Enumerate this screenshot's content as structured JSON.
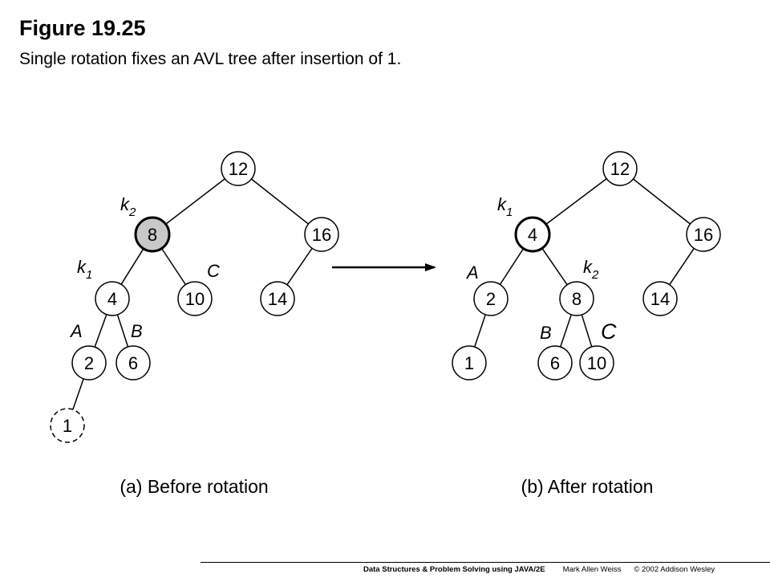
{
  "figure": {
    "title": "Figure 19.25",
    "caption": "Single rotation fixes an AVL tree after insertion of 1."
  },
  "before": {
    "label": "(a) Before rotation",
    "nodes": [
      {
        "id": "b12",
        "key": "12",
        "style": "normal"
      },
      {
        "id": "b8",
        "key": "8",
        "style": "highlighted"
      },
      {
        "id": "b16",
        "key": "16",
        "style": "normal"
      },
      {
        "id": "b4",
        "key": "4",
        "style": "normal"
      },
      {
        "id": "b10",
        "key": "10",
        "style": "normal"
      },
      {
        "id": "b14",
        "key": "14",
        "style": "normal"
      },
      {
        "id": "b2",
        "key": "2",
        "style": "normal"
      },
      {
        "id": "b6",
        "key": "6",
        "style": "normal"
      },
      {
        "id": "b1",
        "key": "1",
        "style": "dashed"
      }
    ],
    "edges": [
      [
        "b12",
        "b8"
      ],
      [
        "b12",
        "b16"
      ],
      [
        "b8",
        "b4"
      ],
      [
        "b8",
        "b10"
      ],
      [
        "b16",
        "b14"
      ],
      [
        "b4",
        "b2"
      ],
      [
        "b4",
        "b6"
      ],
      [
        "b2",
        "b1"
      ]
    ],
    "annotations": {
      "k2": "k2-node8",
      "k1": "k1-node4",
      "A": "A",
      "B": "B",
      "C": "C"
    }
  },
  "after": {
    "label": "(b) After rotation",
    "nodes": [
      {
        "id": "a12",
        "key": "12",
        "style": "normal"
      },
      {
        "id": "a4",
        "key": "4",
        "style": "bold"
      },
      {
        "id": "a16",
        "key": "16",
        "style": "normal"
      },
      {
        "id": "a2",
        "key": "2",
        "style": "normal"
      },
      {
        "id": "a8",
        "key": "8",
        "style": "normal"
      },
      {
        "id": "a14",
        "key": "14",
        "style": "normal"
      },
      {
        "id": "a1",
        "key": "1",
        "style": "normal"
      },
      {
        "id": "a6",
        "key": "6",
        "style": "normal"
      },
      {
        "id": "a10",
        "key": "10",
        "style": "normal"
      }
    ],
    "edges": [
      [
        "a12",
        "a4"
      ],
      [
        "a12",
        "a16"
      ],
      [
        "a4",
        "a2"
      ],
      [
        "a4",
        "a8"
      ],
      [
        "a16",
        "a14"
      ],
      [
        "a2",
        "a1"
      ],
      [
        "a8",
        "a6"
      ],
      [
        "a8",
        "a10"
      ]
    ]
  },
  "labels": {
    "k_letter": "k",
    "sub1": "1",
    "sub2": "2",
    "A": "A",
    "B": "B",
    "C": "C"
  },
  "footer": {
    "book": "Data Structures & Problem Solving using JAVA/2E",
    "author": "Mark Allen Weiss",
    "copyright": "© 2002  Addison Wesley"
  },
  "colors": {
    "highlight_fill": "#c8c8c8",
    "stroke": "#000000"
  }
}
